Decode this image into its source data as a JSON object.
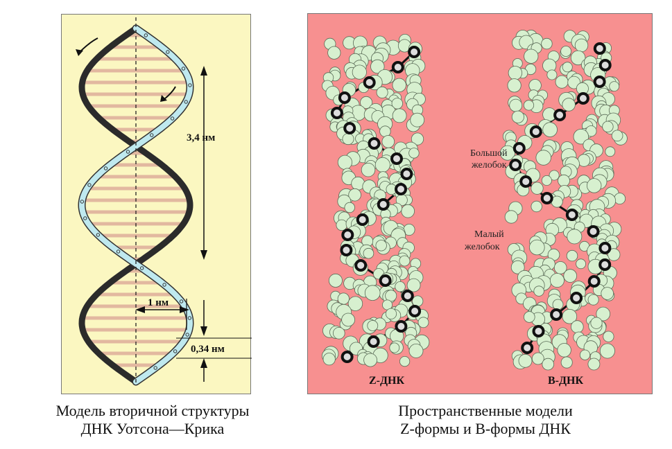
{
  "left": {
    "label_pitch": "3,4 нм",
    "label_width": "1 нм",
    "label_rise": "0,34 нм",
    "caption_line1": "Модель вторичной структуры",
    "caption_line2": "ДНК Уотсона—Крика"
  },
  "right": {
    "label_major_line1": "Большой",
    "label_major_line2": "желобок",
    "label_minor_line1": "Малый",
    "label_minor_line2": "желобок",
    "label_z": "Z-ДНК",
    "label_b": "B-ДНК",
    "caption_line1": "Пространственные модели",
    "caption_line2": "Z-формы и B-формы ДНК"
  },
  "colors": {
    "left_bg": "#fbf7c1",
    "right_bg": "#f79090",
    "strand_light": "#bfe9ef",
    "strand_dark": "#2b2b2b",
    "base_pair": "#e2b8a0",
    "atom_fill": "#d7f0cf"
  }
}
